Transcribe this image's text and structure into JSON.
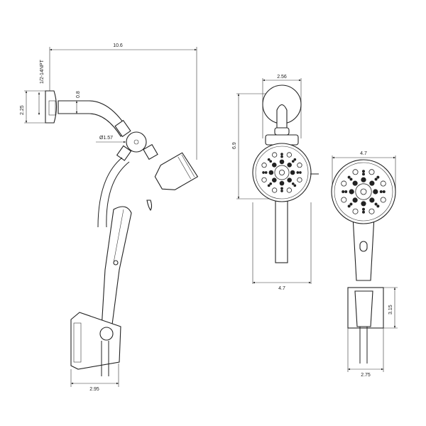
{
  "title": "Shower head dimension drawing",
  "dimensions": {
    "overall_reach": "10.6",
    "thread": "1/2-14NPT",
    "flange_height": "2.25",
    "arm_diameter": "0.8",
    "ball_diameter": "Ø1.57",
    "holder_width_side": "2.95",
    "front_arm_width": "2.56",
    "front_height": "6.9",
    "front_head_width": "4.7",
    "hand_head_width": "4.7",
    "holder_height": "3.15",
    "holder_width_front": "2.75"
  }
}
